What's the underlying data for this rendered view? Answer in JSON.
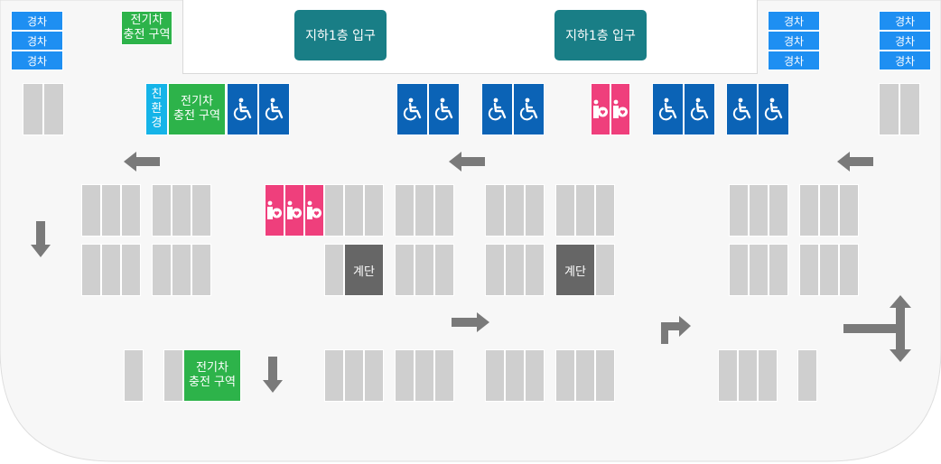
{
  "labels": {
    "compact": "경차",
    "ev": "전기차\n충전 구역",
    "eco": "친\n환\n경",
    "stairs": "계단",
    "entrance": "지하1층 입구"
  },
  "icons": {
    "disabled": "wheelchair-icon",
    "maternity": "pregnant-icon"
  },
  "colors": {
    "disabled": "#0b63b6",
    "maternity": "#ef3f7c",
    "ev": "#2db34a",
    "eco": "#15b4e8",
    "compact": "#1e8ff2",
    "stairs": "#666666",
    "entrance": "#197e86",
    "regular": "#cfcfcf",
    "floor": "#f7f7f7",
    "arrow": "#7a7a7a"
  }
}
